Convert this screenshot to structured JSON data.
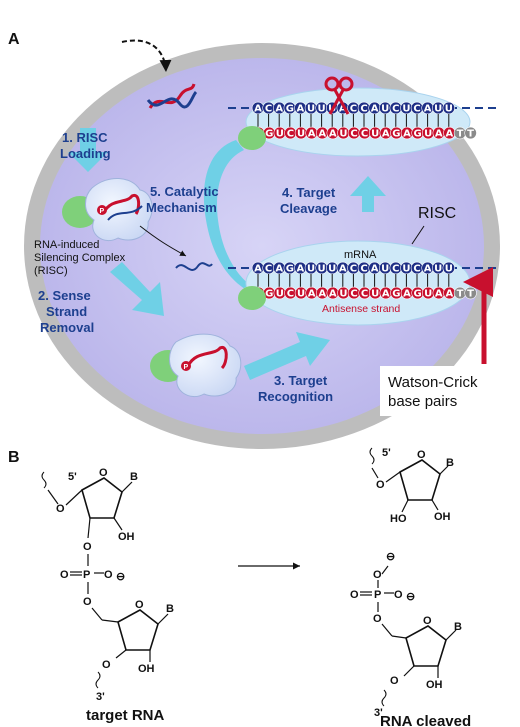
{
  "panelA": {
    "label": "A",
    "steps": {
      "s1a": "1. RISC",
      "s1b": "Loading",
      "s2a": "2. Sense",
      "s2b": "Strand",
      "s2c": "Removal",
      "s3a": "3. Target",
      "s3b": "Recognition",
      "s4a": "4. Target",
      "s4b": "Cleavage",
      "s5a": "5. Catalytic",
      "s5b": "Mechanism"
    },
    "risc_label_a": "RNA-induced",
    "risc_label_b": "Silencing Complex",
    "risc_label_c": "(RISC)",
    "risc": "RISC",
    "mrna": "mRNA",
    "antisense": "Antisense strand",
    "wc_a": "Watson-Crick",
    "wc_b": "base pairs",
    "top_seq_upper": "ACAGAUUUACCAUCUCAUU",
    "top_seq_lower": "PUGUCUAAAUCCUAGAGUAATT",
    "bot_seq_upper": "ACAGAUUUACCAUCUCAUU",
    "bot_seq_lower": "PUGUCUAAAUCCUAGAGUAATT",
    "colors": {
      "outer": "#bdbdbd",
      "inner": "#c9c6ee",
      "step_text": "#1d3f8f",
      "arrow": "#6fd0e6",
      "upper_bead": "#1e2f86",
      "lower_bead": "#c8102e",
      "wc_arrow": "#c8102e"
    }
  },
  "panelB": {
    "label": "B",
    "five_prime": "5'",
    "three_prime": "3'",
    "base_B": "B",
    "oh": "OH",
    "ho": "HO",
    "o": "O",
    "p": "P",
    "minus": "⊖",
    "target_rna": "target RNA",
    "rna_cleaved": "RNA cleaved"
  }
}
